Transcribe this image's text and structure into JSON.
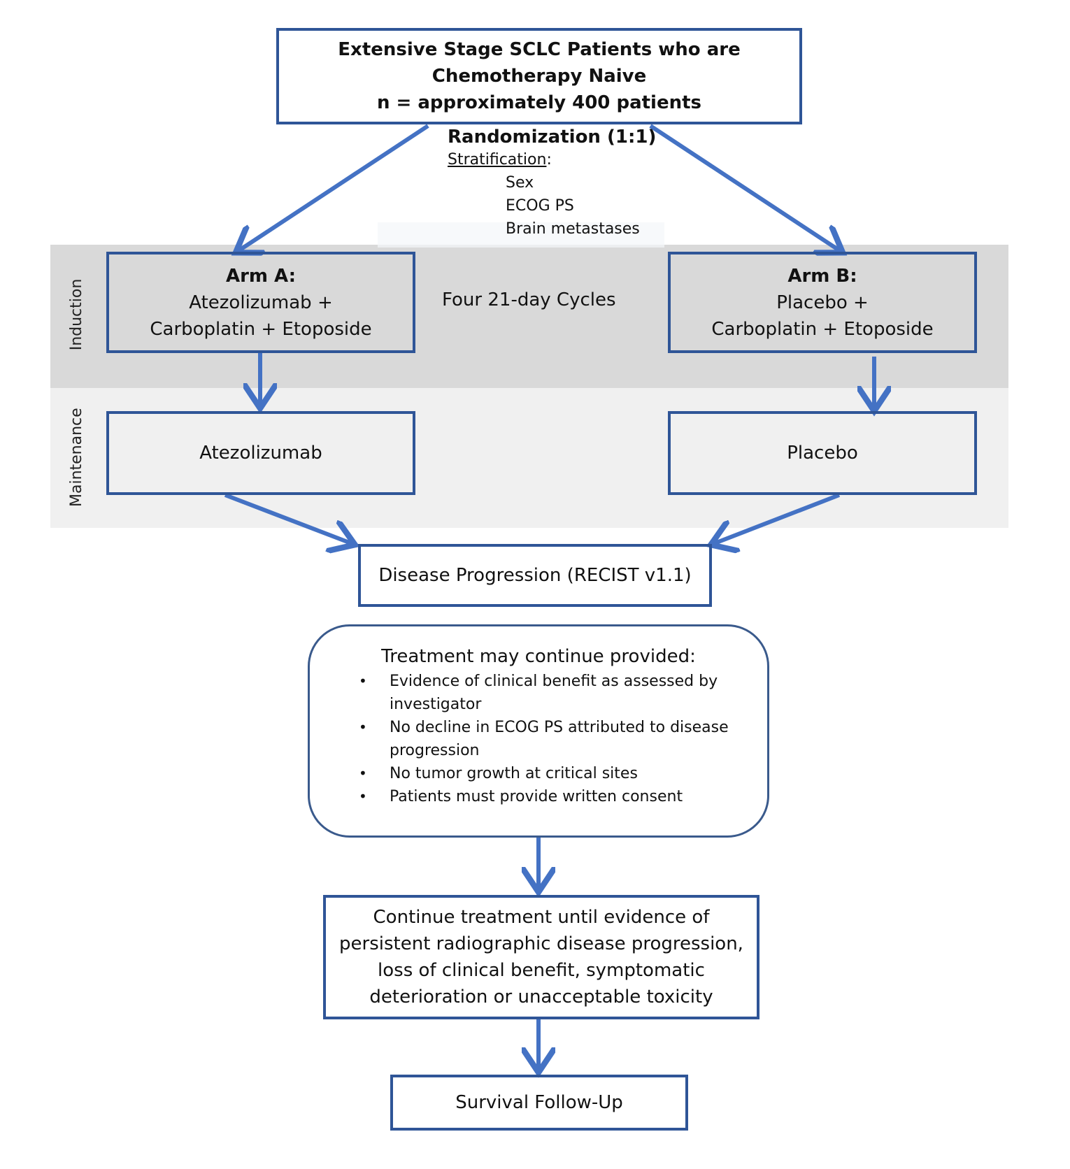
{
  "bands": {
    "induction_label": "Induction",
    "maintenance_label": "Maintenance"
  },
  "top_box": {
    "line1": "Extensive Stage SCLC Patients who are",
    "line2": "Chemotherapy Naive",
    "line3": "n = approximately 400 patients"
  },
  "randomization": {
    "title": "Randomization (1:1)",
    "stratification_label": "Stratification",
    "stratification_colon": ":",
    "factors": [
      "Sex",
      "ECOG PS",
      "Brain metastases"
    ]
  },
  "arm_a": {
    "title": "Arm A:",
    "line1": "Atezolizumab +",
    "line2": "Carboplatin + Etoposide",
    "maintenance": "Atezolizumab"
  },
  "arm_b": {
    "title": "Arm B:",
    "line1": "Placebo +",
    "line2": "Carboplatin + Etoposide",
    "maintenance": "Placebo"
  },
  "cycles_label": "Four 21-day Cycles",
  "progression_box": "Disease Progression (RECIST v1.1)",
  "continue_box": {
    "heading": "Treatment may continue provided:",
    "bullets": [
      "Evidence of clinical benefit as assessed by investigator",
      "No decline in ECOG PS attributed to disease progression",
      "No tumor growth at critical sites",
      "Patients must provide written consent"
    ]
  },
  "until_box": {
    "line1": "Continue treatment until evidence of",
    "line2": "persistent radiographic disease progression,",
    "line3": "loss of clinical benefit, symptomatic",
    "line4": "deterioration or unacceptable toxicity"
  },
  "followup_box": "Survival Follow-Up",
  "colors": {
    "box_border": "#2f5597",
    "arrow": "#4472c4",
    "induction_band": "#d9d9d9",
    "maintenance_band": "#f0f0f0"
  }
}
